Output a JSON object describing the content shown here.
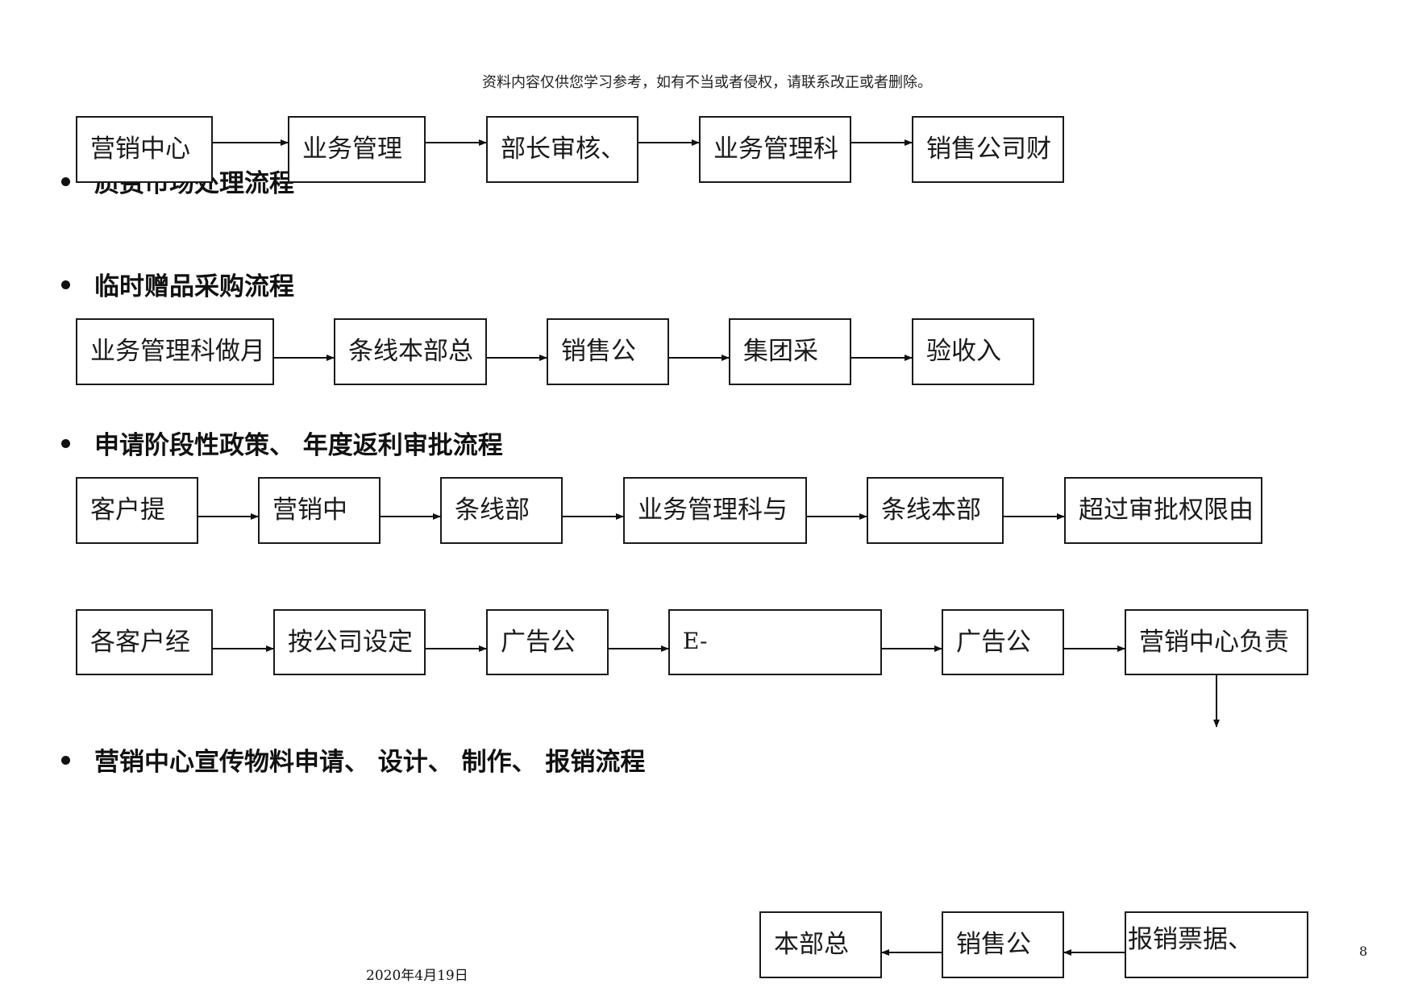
{
  "header": {
    "disclaimer": "资料内容仅供您学习参考，如有不当或者侵权，请联系改正或者删除。"
  },
  "sections": [
    {
      "title": "质费市场处理流程"
    },
    {
      "title": "临时赠品采购流程"
    },
    {
      "title": "申请阶段性政策、 年度返利审批流程"
    },
    {
      "title": "营销中心宣传物料申请、 设计、 制作、 报销流程"
    }
  ],
  "flows": {
    "flow1": [
      "营销中心",
      "业务管理",
      "部长审核、",
      "业务管理科",
      "销售公司财"
    ],
    "flow2": [
      "业务管理科做月",
      "条线本部总",
      "销售公",
      "集团采",
      "验收入"
    ],
    "flow3": [
      "客户提",
      "营销中",
      "条线部",
      "业务管理科与",
      "条线本部",
      "超过审批权限由"
    ],
    "flow4": [
      "各客户经",
      "按公司设定",
      "广告公",
      "E-",
      "广告公",
      "营销中心负责"
    ],
    "flow5": [
      "本部总",
      "销售公",
      "报销票据、"
    ]
  },
  "footer": {
    "date": "2020年4月19日",
    "page_number": "8"
  }
}
